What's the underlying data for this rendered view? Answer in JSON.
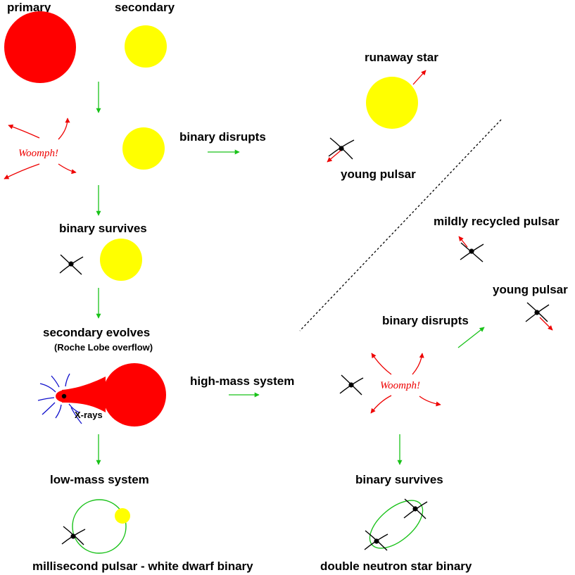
{
  "colors": {
    "primary_star": "#ff0000",
    "secondary_star": "#ffff00",
    "flow_arrow": "#19c219",
    "kick_arrow": "#ee0000",
    "orbit": "#19c219",
    "x_ray_lines": "#1111cc",
    "neutron_star": "#000000"
  },
  "labels": {
    "primary": "primary",
    "secondary": "secondary",
    "woomph_left": "Woomph!",
    "binary_disrupts_top": "binary disrupts",
    "runaway_star": "runaway star",
    "young_pulsar_top": "young pulsar",
    "binary_survives_left": "binary survives",
    "mildly_recycled_pulsar": "mildly recycled pulsar",
    "young_pulsar_right": "young pulsar",
    "binary_disrupts_right": "binary disrupts",
    "secondary_evolves": "secondary evolves",
    "roche_lobe_overflow": "(Roche Lobe overflow)",
    "high_mass_system": "high-mass system",
    "woomph_right": "Woomph!",
    "x_rays": "X-rays",
    "low_mass_system": "low-mass system",
    "binary_survives_right": "binary survives",
    "msp_wd_binary": "millisecond pulsar - white dwarf binary",
    "double_ns_binary": "double neutron star binary"
  },
  "icons": [
    "neutron-star-icon",
    "flow-arrow-icon",
    "kick-arrow-icon",
    "explosion-icon",
    "x-ray-emission-icon",
    "orbit-icon"
  ]
}
